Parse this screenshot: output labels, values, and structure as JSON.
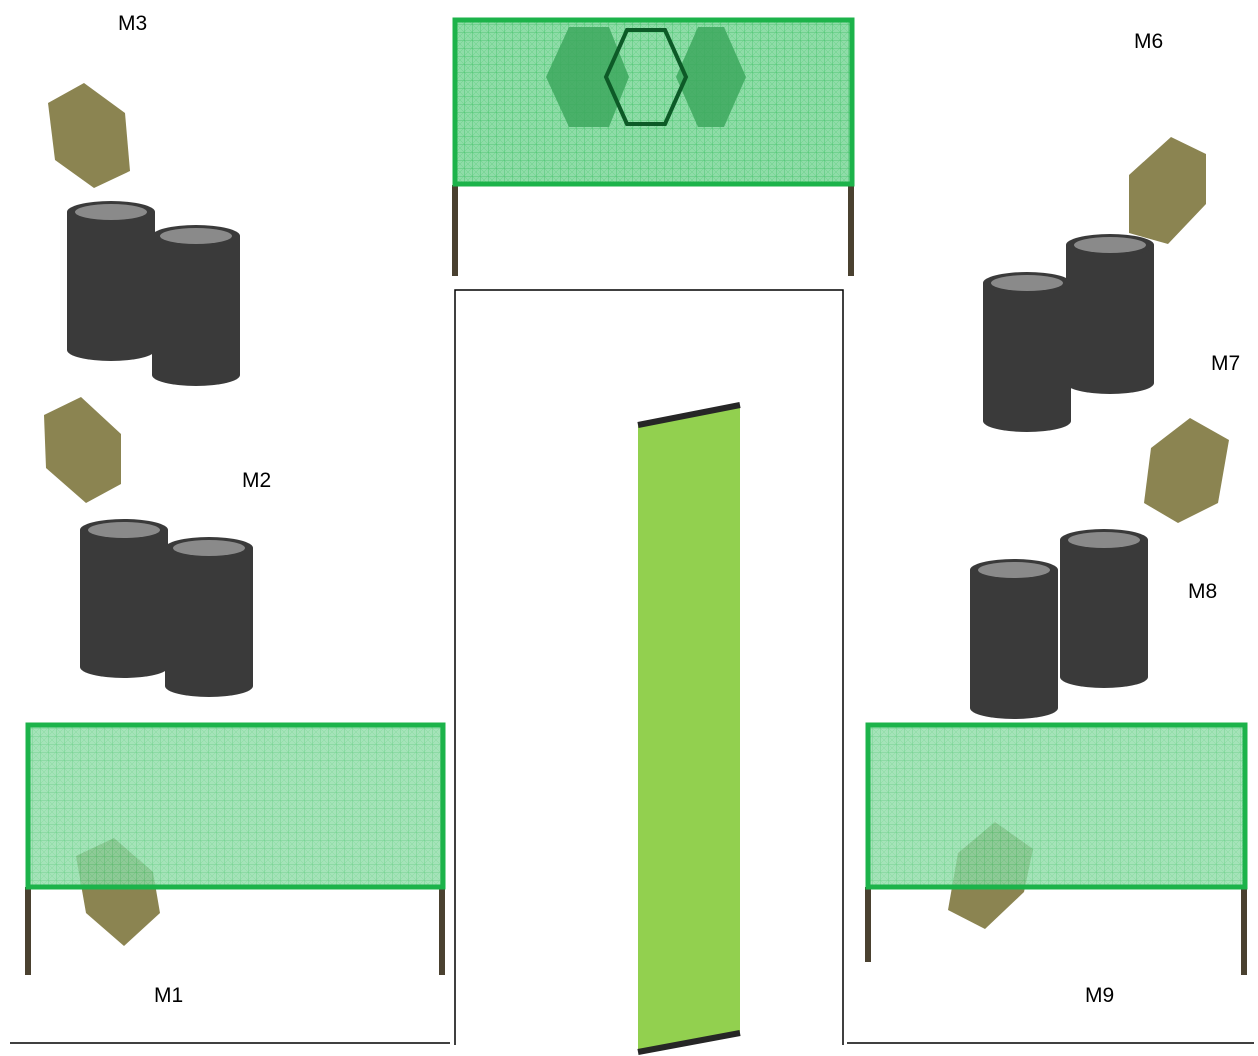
{
  "colors": {
    "background": "#ffffff",
    "net_fill": "#8fdca8",
    "net_frame": "#1cb34a",
    "net_post": "#4a4130",
    "barrel_body": "#3a3a3a",
    "barrel_top": "#8a8a8a",
    "hexagon": "#8b8451",
    "goal_hex": "#3da85e",
    "goal_hex_outline": "#0d5a27",
    "green_panel": "#92d04f",
    "panel_edge": "#262626",
    "outline": "#000000"
  },
  "markers": {
    "m1": "M1",
    "m2": "M2",
    "m3": "M3",
    "m6": "M6",
    "m7": "M7",
    "m8": "M8",
    "m9": "M9"
  }
}
